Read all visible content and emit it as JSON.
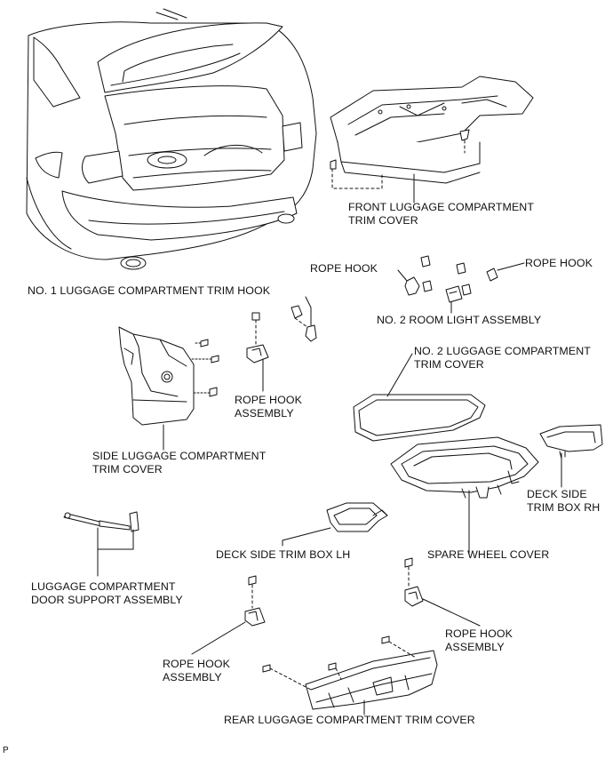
{
  "labels": {
    "front_cover": [
      "FRONT LUGGAGE COMPARTMENT",
      "TRIM COVER"
    ],
    "rope_hook_a": "ROPE HOOK",
    "rope_hook_b": "ROPE HOOK",
    "trim_hook": "NO. 1 LUGGAGE COMPARTMENT TRIM HOOK",
    "room_light": "NO. 2 ROOM LIGHT ASSEMBLY",
    "no2_cover": [
      "NO. 2 LUGGAGE COMPARTMENT",
      "TRIM COVER"
    ],
    "rope_hook_assy_upper": [
      "ROPE HOOK",
      "ASSEMBLY"
    ],
    "side_cover": [
      "SIDE LUGGAGE COMPARTMENT",
      "TRIM COVER"
    ],
    "deck_box_rh": [
      "DECK SIDE",
      "TRIM BOX RH"
    ],
    "deck_box_lh": "DECK SIDE TRIM BOX LH",
    "spare_wheel_cover": "SPARE WHEEL COVER",
    "door_support": [
      "LUGGAGE COMPARTMENT",
      "DOOR SUPPORT ASSEMBLY"
    ],
    "rope_hook_assy_right": [
      "ROPE HOOK",
      "ASSEMBLY"
    ],
    "rope_hook_assy_left": [
      "ROPE HOOK",
      "ASSEMBLY"
    ],
    "rear_cover": "REAR LUGGAGE COMPARTMENT TRIM COVER"
  },
  "page_code": "P"
}
